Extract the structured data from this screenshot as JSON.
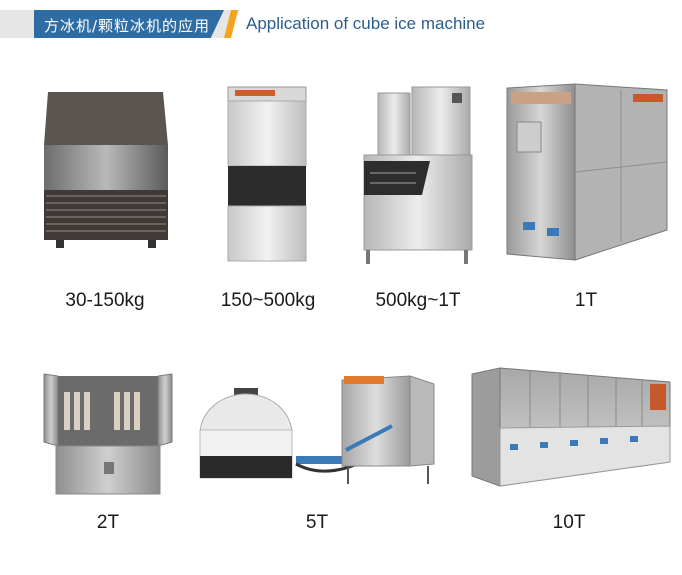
{
  "header": {
    "cn_title": "方冰机/颗粒冰机的应用",
    "en_title": "Application of cube ice machine"
  },
  "products": [
    {
      "label": "30-150kg"
    },
    {
      "label": "150~500kg"
    },
    {
      "label": "500kg~1T"
    },
    {
      "label": "1T"
    },
    {
      "label": "2T"
    },
    {
      "label": "5T"
    },
    {
      "label": "10T"
    }
  ],
  "colors": {
    "accent_blue": "#2e6da4",
    "accent_orange": "#f7a21b",
    "title_blue": "#2b5d8c"
  }
}
